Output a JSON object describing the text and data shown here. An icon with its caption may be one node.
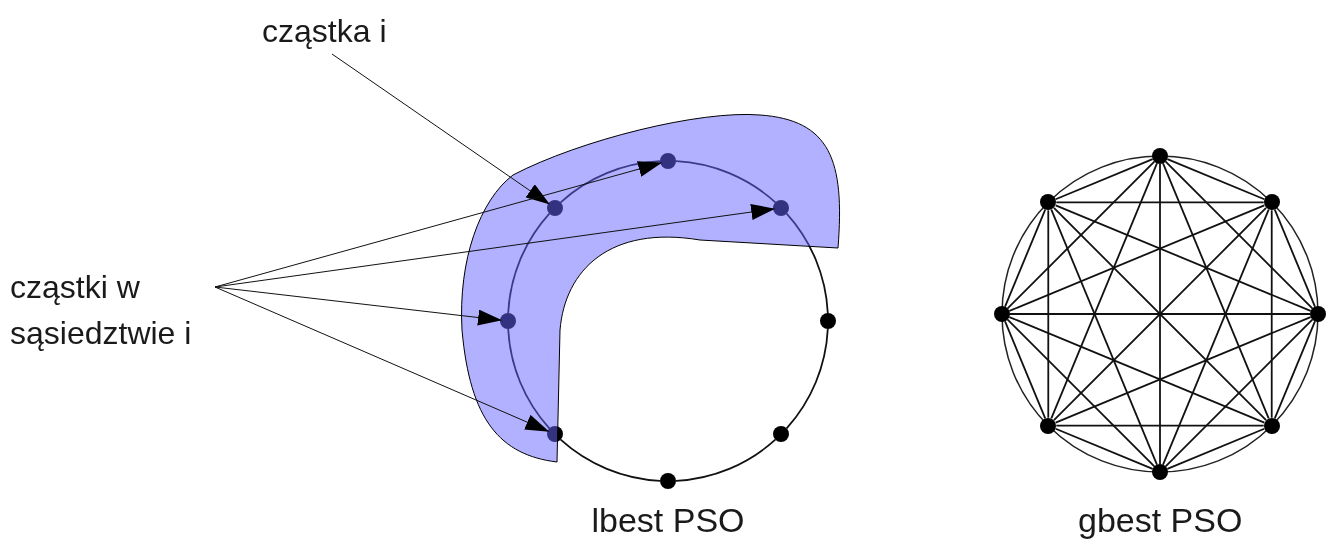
{
  "diagram": {
    "nodes": [
      {
        "text": [
          "cząstka i"
        ]
      },
      {
        "text": [
          "cząstki w sąsiedztwie i"
        ]
      },
      {
        "text": [],
        "shape": "circle"
      },
      {
        "text": [],
        "shape": "circle"
      },
      {
        "text": [],
        "shape": "circle"
      },
      {
        "text": [],
        "shape": "circle"
      },
      {
        "text": [],
        "shape": "circle"
      },
      {
        "text": [],
        "shape": "circle"
      },
      {
        "text": [],
        "shape": "circle"
      },
      {
        "text": [],
        "shape": "circle"
      },
      {
        "text": [],
        "shape": "circle"
      },
      {
        "text": [],
        "shape": "circle"
      },
      {
        "text": [],
        "shape": "circle"
      },
      {
        "text": [],
        "shape": "circle"
      },
      {
        "text": [],
        "shape": "circle"
      },
      {
        "text": [],
        "shape": "circle"
      },
      {
        "text": [],
        "shape": "circle"
      },
      {
        "text": [],
        "shape": "circle"
      }
    ],
    "edges": [
      {
        "from": 2,
        "to": 3,
        "arrow": "none"
      },
      {
        "from": 3,
        "to": 4,
        "arrow": "none"
      },
      {
        "from": 4,
        "to": 5,
        "arrow": "none"
      },
      {
        "from": 5,
        "to": 6,
        "arrow": "none"
      },
      {
        "from": 6,
        "to": 7,
        "arrow": "none"
      },
      {
        "from": 7,
        "to": 8,
        "arrow": "none"
      },
      {
        "from": 8,
        "to": 9,
        "arrow": "none"
      },
      {
        "from": 9,
        "to": 2,
        "arrow": "none"
      },
      {
        "from": 0,
        "to": 9,
        "arrow": "to"
      },
      {
        "from": 1,
        "to": 2,
        "arrow": "to"
      },
      {
        "from": 1,
        "to": 3,
        "arrow": "to"
      },
      {
        "from": 1,
        "to": 8,
        "arrow": "to"
      },
      {
        "from": 1,
        "to": 7,
        "arrow": "to"
      },
      {
        "from": 10,
        "to": 11,
        "arrow": "none"
      },
      {
        "from": 10,
        "to": 12,
        "arrow": "none"
      },
      {
        "from": 10,
        "to": 13,
        "arrow": "none"
      },
      {
        "from": 10,
        "to": 14,
        "arrow": "none"
      },
      {
        "from": 10,
        "to": 15,
        "arrow": "none"
      },
      {
        "from": 10,
        "to": 16,
        "arrow": "none"
      },
      {
        "from": 10,
        "to": 17,
        "arrow": "none"
      },
      {
        "from": 11,
        "to": 12,
        "arrow": "none"
      },
      {
        "from": 11,
        "to": 13,
        "arrow": "none"
      },
      {
        "from": 11,
        "to": 14,
        "arrow": "none"
      },
      {
        "from": 11,
        "to": 15,
        "arrow": "none"
      },
      {
        "from": 11,
        "to": 16,
        "arrow": "none"
      },
      {
        "from": 11,
        "to": 17,
        "arrow": "none"
      },
      {
        "from": 12,
        "to": 13,
        "arrow": "none"
      },
      {
        "from": 12,
        "to": 14,
        "arrow": "none"
      },
      {
        "from": 12,
        "to": 15,
        "arrow": "none"
      },
      {
        "from": 12,
        "to": 16,
        "arrow": "none"
      },
      {
        "from": 12,
        "to": 17,
        "arrow": "none"
      },
      {
        "from": 13,
        "to": 14,
        "arrow": "none"
      },
      {
        "from": 13,
        "to": 15,
        "arrow": "none"
      },
      {
        "from": 13,
        "to": 16,
        "arrow": "none"
      },
      {
        "from": 13,
        "to": 17,
        "arrow": "none"
      },
      {
        "from": 14,
        "to": 15,
        "arrow": "none"
      },
      {
        "from": 14,
        "to": 16,
        "arrow": "none"
      },
      {
        "from": 14,
        "to": 17,
        "arrow": "none"
      },
      {
        "from": 15,
        "to": 16,
        "arrow": "none"
      },
      {
        "from": 15,
        "to": 17,
        "arrow": "none"
      },
      {
        "from": 16,
        "to": 17,
        "arrow": "none"
      }
    ],
    "labels": [
      "lbest PSO",
      "gbest PSO"
    ]
  }
}
